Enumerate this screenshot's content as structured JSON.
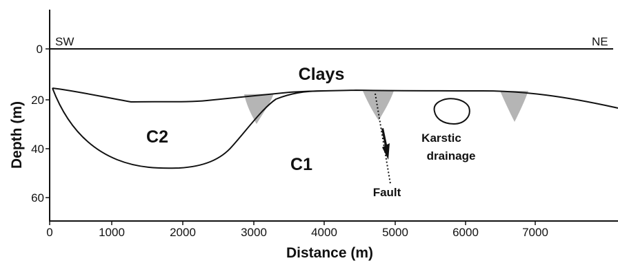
{
  "directions": {
    "left": "SW",
    "right": "NE"
  },
  "axes": {
    "x_title": "Distance (m)",
    "y_title": "Depth (m)",
    "x_ticks": [
      "0",
      "1000",
      "2000",
      "3000",
      "4000",
      "5000",
      "6000",
      "7000"
    ],
    "y_ticks": [
      "0",
      "20",
      "40",
      "60"
    ]
  },
  "units": {
    "clays": "Clays",
    "c2": "C2",
    "c1": "C1"
  },
  "features": {
    "karst_line1": "Karstic",
    "karst_line2": "drainage",
    "fault": "Fault"
  },
  "colors": {
    "line": "#111111",
    "sinkhole_fill": "#b5b5b5"
  }
}
